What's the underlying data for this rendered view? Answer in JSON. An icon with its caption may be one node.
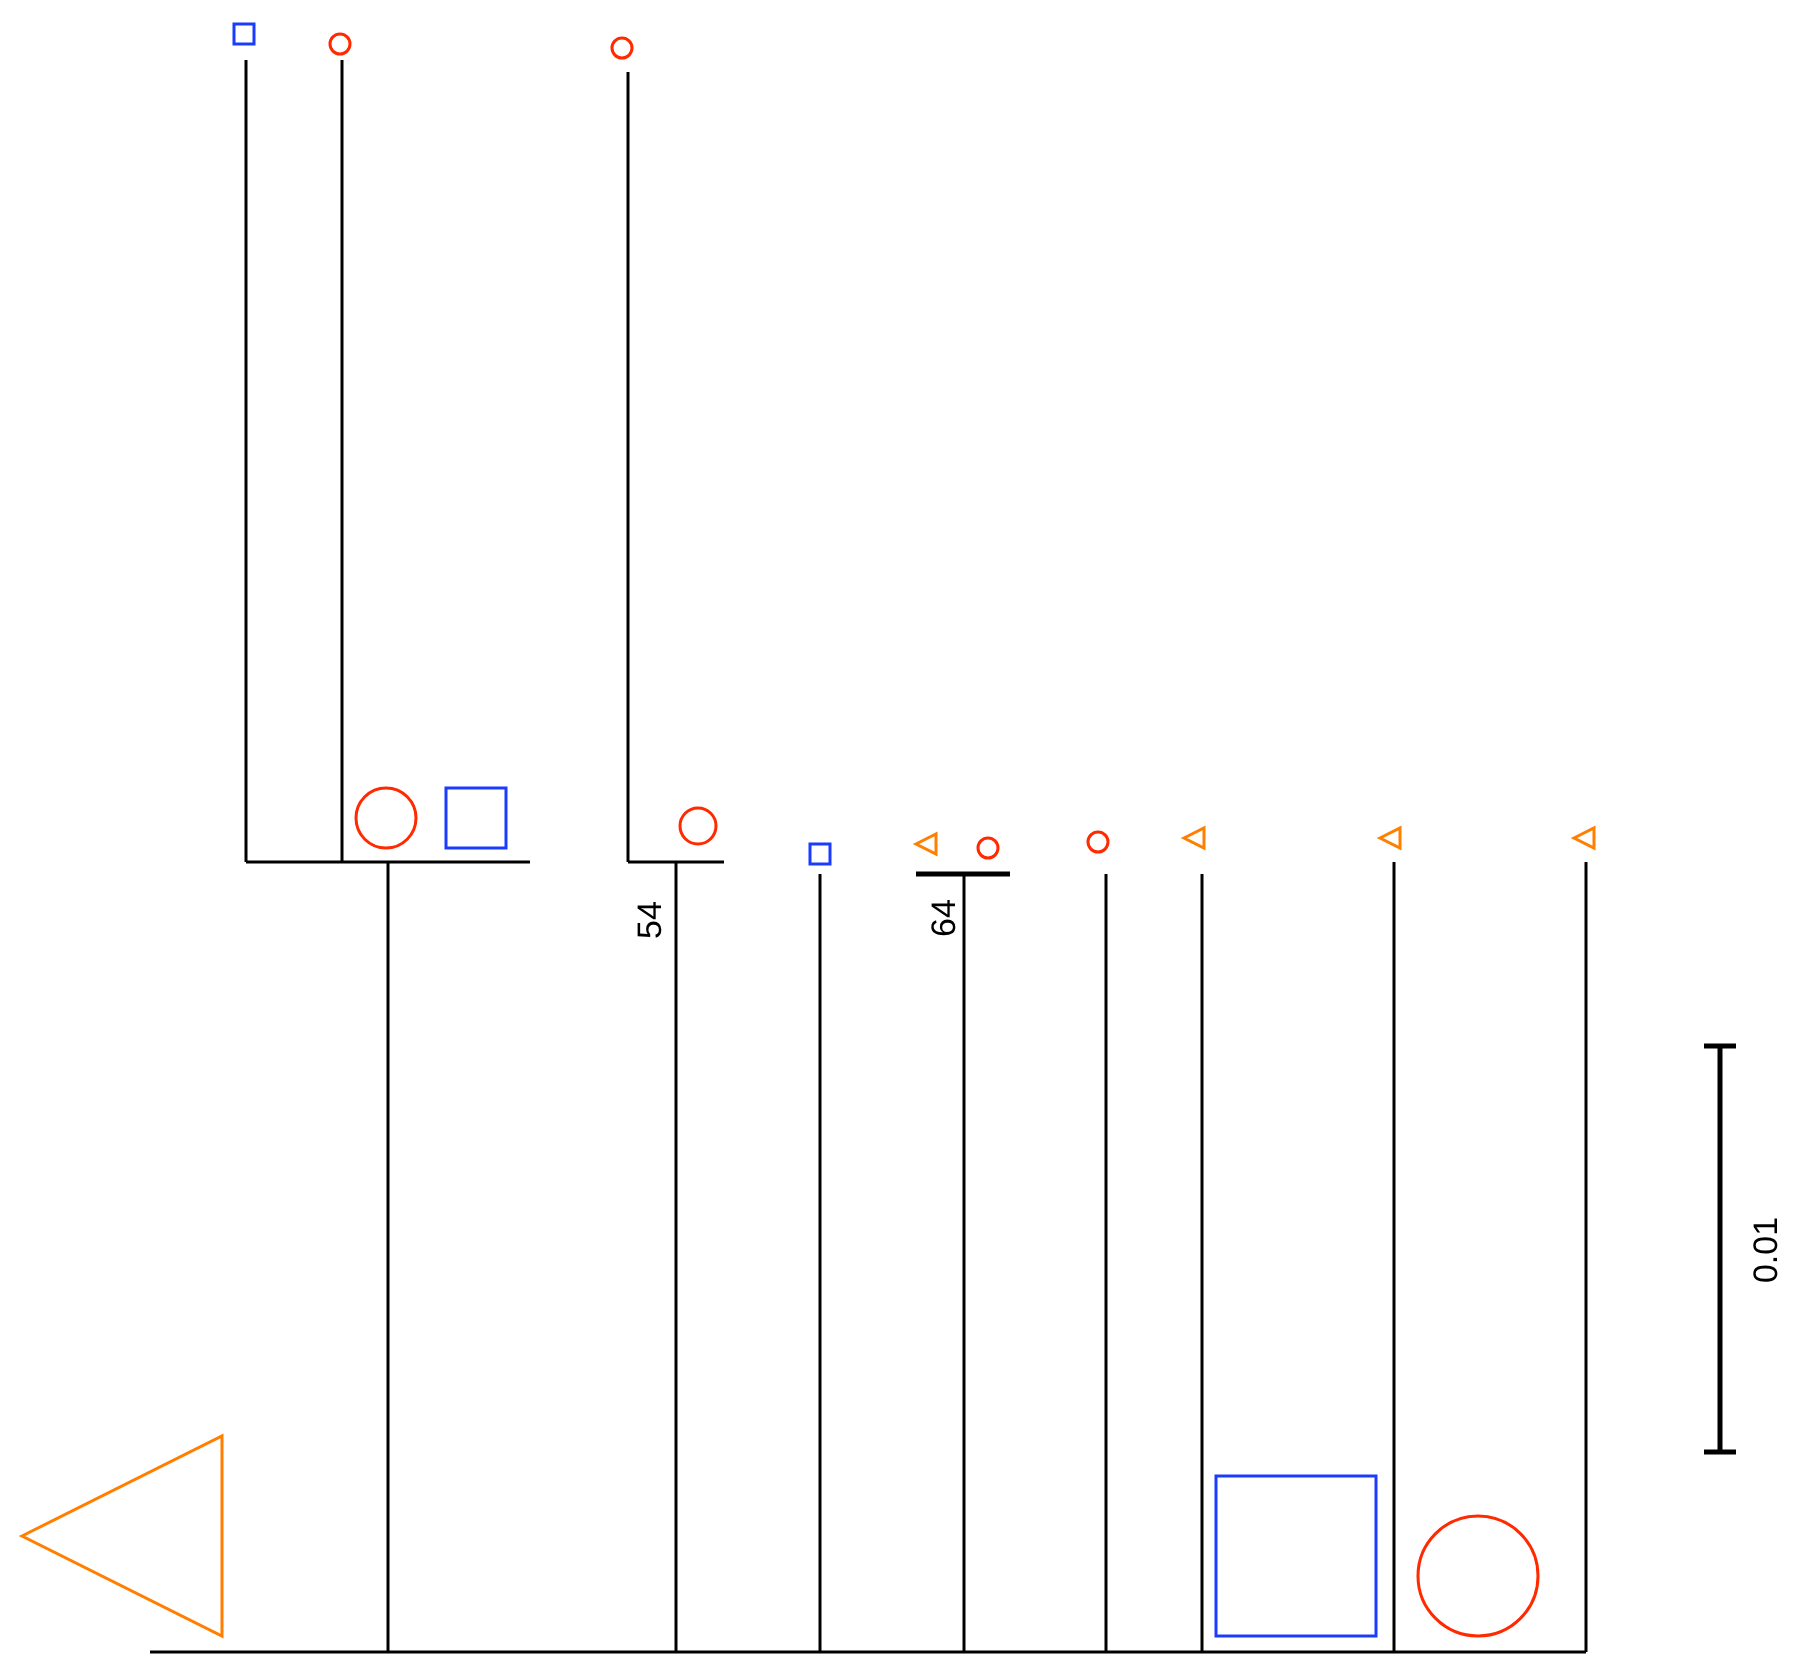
{
  "diagram": {
    "labels": [
      "54",
      "64",
      "0.01"
    ]
  }
}
